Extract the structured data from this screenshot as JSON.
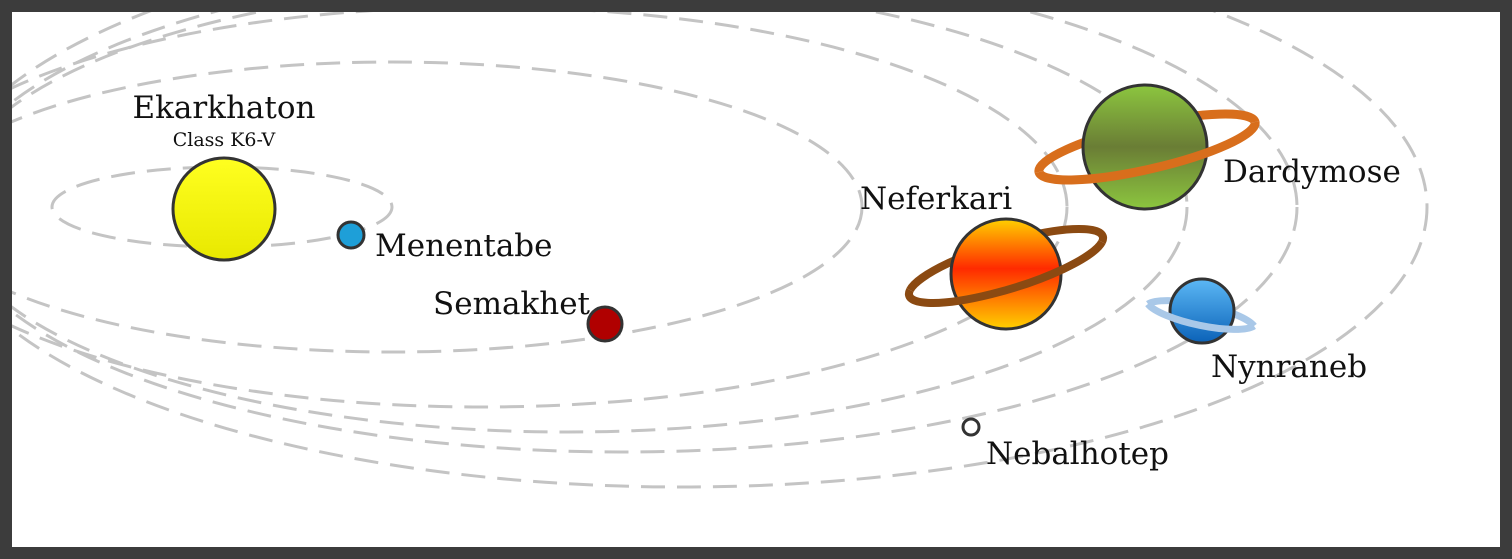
{
  "star": {
    "name": "Ekarkhaton",
    "classification": "Class K6-V",
    "color": "#f2f000"
  },
  "planets": [
    {
      "name": "Menentabe",
      "color": "#1e9fd8"
    },
    {
      "name": "Semakhet",
      "color": "#b00000"
    },
    {
      "name": "Neferkari",
      "colors": [
        "#ff2a00",
        "#ffd000"
      ],
      "ring_color": "#8b4a12"
    },
    {
      "name": "Dardymose",
      "colors": [
        "#8cc63f",
        "#5d7a2b"
      ],
      "ring_color": "#d86e1c"
    },
    {
      "name": "Nynraneb",
      "colors": [
        "#3fa9f5",
        "#0b62b8"
      ],
      "ring_color": "#a9c8e8"
    },
    {
      "name": "Nebalhotep",
      "color": "#ffffff"
    }
  ]
}
